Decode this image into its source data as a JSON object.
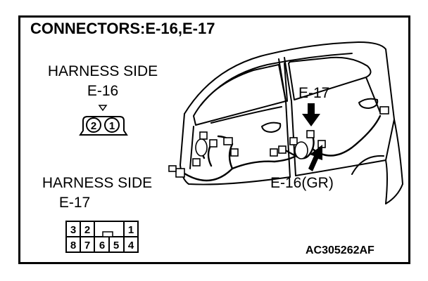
{
  "title": "CONNECTORS:E-16,E-17",
  "harness_e16": {
    "side": "HARNESS SIDE",
    "id": "E-16",
    "pins": [
      "2",
      "1"
    ]
  },
  "harness_e17": {
    "side": "HARNESS SIDE",
    "id": "E-17",
    "pins_top": [
      "3",
      "2",
      "1"
    ],
    "pins_bottom": [
      "8",
      "7",
      "6",
      "5",
      "4"
    ]
  },
  "callouts": {
    "e17": "E-17",
    "e16": "E-16(GR)"
  },
  "code": "AC305262AF"
}
